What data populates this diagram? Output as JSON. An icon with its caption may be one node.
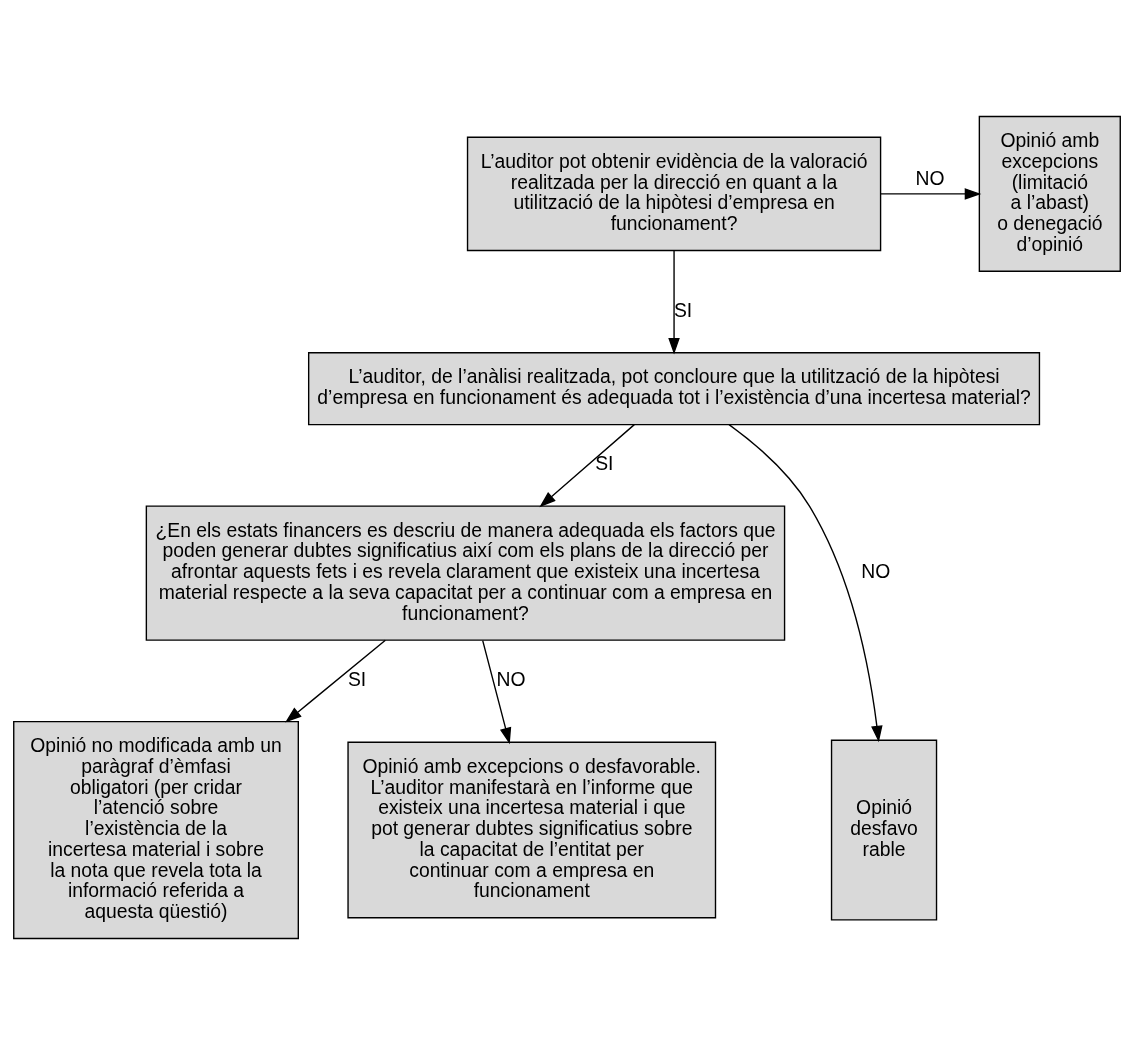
{
  "diagram": {
    "nodes": [
      {
        "text": [
          "L’auditor pot obtenir evidència de la valoració realitzada per la direcció en quant a la utilització de la hipòtesi d’empresa en funcionament?"
        ]
      },
      {
        "text": [
          "Opinió amb excepcions (limitació a l’abast) o denegació d’opinió"
        ]
      },
      {
        "text": [
          "L’auditor, de l’anàlisi realitzada, pot concloure que la utilització de la hipòtesi d’empresa en funcionament és adequada tot i l’existència d’una incertesa material?"
        ]
      },
      {
        "text": [
          "¿En els estats financers es descriu de manera adequada els factors que poden generar dubtes significatius així com els plans de la direcció per afrontar aquests fets i es revela clarament que existeix una incertesa material respecte a la seva capacitat per a continuar com a empresa en funcionament?"
        ]
      },
      {
        "text": [
          "Opinió no modificada amb un paràgraf d’èmfasi obligatori (per cridar l’atenció sobre l’existència de la incertesa material i sobre la nota que revela tota la informació referida a aquesta qüestió)"
        ]
      },
      {
        "text": [
          "Opinió amb excepcions o desfavorable. L’auditor manifestarà en l’informe que existeix una incertesa material i que pot generar dubtes significatius sobre la capacitat de l’entitat per continuar com a empresa en funcionament"
        ]
      },
      {
        "text": [
          "Opinió desfavo rable"
        ]
      }
    ],
    "edges": [
      {
        "from": 0,
        "to": 1,
        "arrow": "to",
        "label": "NO"
      },
      {
        "from": 0,
        "to": 2,
        "arrow": "to",
        "label": "SI"
      },
      {
        "from": 2,
        "to": 3,
        "arrow": "to",
        "label": "SI"
      },
      {
        "from": 2,
        "to": 6,
        "arrow": "to",
        "label": "NO"
      },
      {
        "from": 3,
        "to": 4,
        "arrow": "to",
        "label": "SI"
      },
      {
        "from": 3,
        "to": 5,
        "arrow": "to",
        "label": "NO"
      }
    ]
  }
}
